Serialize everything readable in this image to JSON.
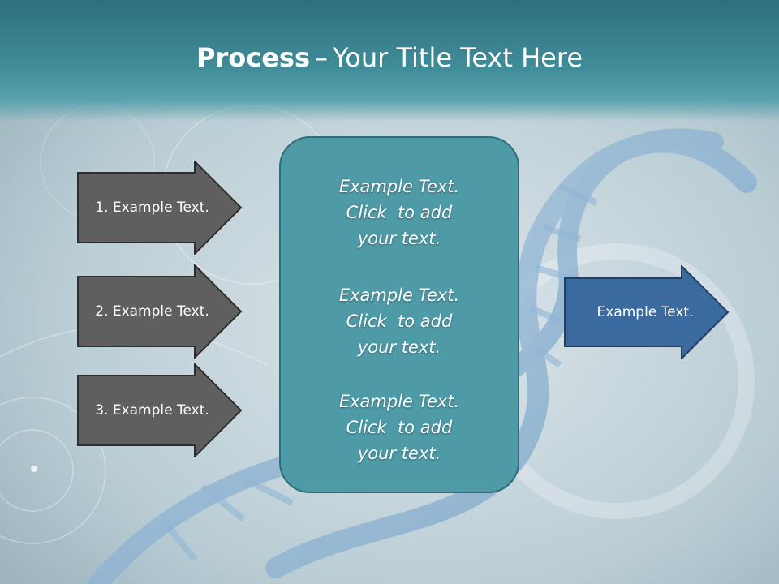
{
  "slide": {
    "title_bold": "Process",
    "title_sep": "–",
    "title_rest": "Your Title Text Here"
  },
  "left_arrows": [
    {
      "label": "1. Example Text."
    },
    {
      "label": "2. Example Text."
    },
    {
      "label": "3. Example Text."
    }
  ],
  "center_box": {
    "blocks": [
      {
        "line1": "Example Text.",
        "line2": "Click  to add",
        "line3": "your text."
      },
      {
        "line1": "Example Text.",
        "line2": "Click  to add",
        "line3": "your text."
      },
      {
        "line1": "Example Text.",
        "line2": "Click  to add",
        "line3": "your text."
      }
    ]
  },
  "right_arrow": {
    "label": "Example Text."
  },
  "colors": {
    "header": "#3f8c99",
    "left_arrow_fill": "#5f5f5f",
    "center_box_fill": "#4e9aa7",
    "right_arrow_fill": "#3a6a9e"
  }
}
